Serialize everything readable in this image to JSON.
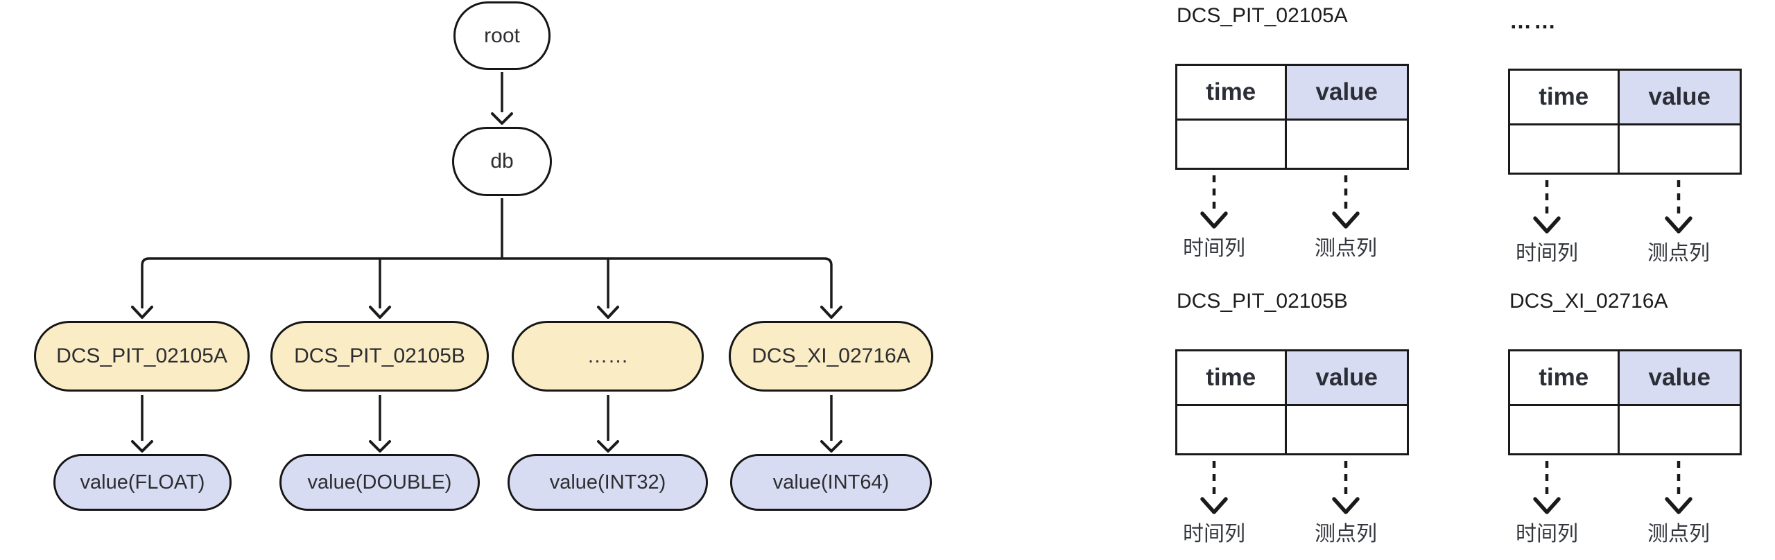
{
  "colors": {
    "canvas_bg": "#ffffff",
    "line": "#1a1a1a",
    "node_border": "#161616",
    "tag_fill": "#faedc6",
    "value_fill": "#d8dcf2",
    "header_value_fill": "#d8dcf2",
    "text_dark": "#2d2d31",
    "label_text": "#33363c"
  },
  "tree": {
    "root": "root",
    "db": "db",
    "children": [
      {
        "name": "DCS_PIT_02105A",
        "value": "value(FLOAT)"
      },
      {
        "name": "DCS_PIT_02105B",
        "value": "value(DOUBLE)"
      },
      {
        "name": "……",
        "value": "value(INT32)"
      },
      {
        "name": "DCS_XI_02716A",
        "value": "value(INT64)"
      }
    ]
  },
  "tables": {
    "headers": [
      "time",
      "value"
    ],
    "column_labels": [
      "时间列",
      "测点列"
    ],
    "groups": [
      {
        "title": "DCS_PIT_02105A"
      },
      {
        "title": "……"
      },
      {
        "title": "DCS_PIT_02105B"
      },
      {
        "title": "DCS_XI_02716A"
      }
    ]
  }
}
